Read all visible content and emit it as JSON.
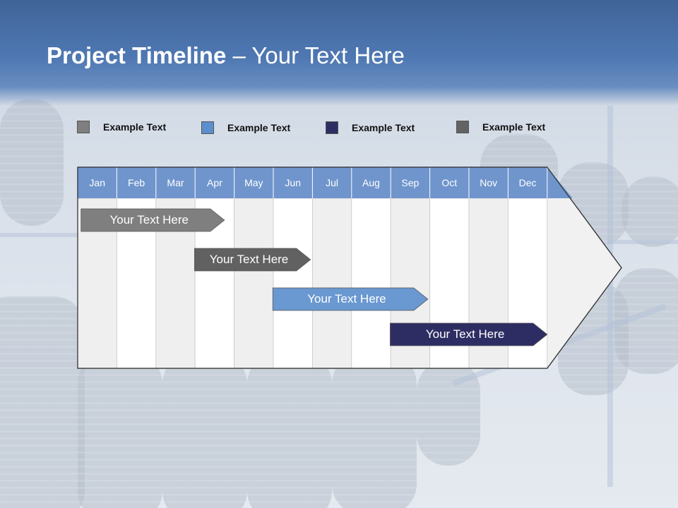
{
  "slide": {
    "title_bold": "Project Timeline",
    "title_rest": " – Your Text Here"
  },
  "legend": [
    {
      "label": "Example Text",
      "color": "#7f7f7f"
    },
    {
      "label": "Example Text",
      "color": "#5b8fce"
    },
    {
      "label": "Example Text",
      "color": "#2e2d63"
    },
    {
      "label": "Example Text",
      "color": "#636363"
    }
  ],
  "timeline": {
    "months": [
      "Jan",
      "Feb",
      "Mar",
      "Apr",
      "May",
      "Jun",
      "Jul",
      "Aug",
      "Sep",
      "Oct",
      "Nov",
      "Dec"
    ],
    "header_color": "#6f95cc",
    "tasks": [
      {
        "label": "Your  Text Here",
        "start_month": 0.05,
        "end_month": 3.75,
        "color": "#7f7f7f"
      },
      {
        "label": "Your  Text Here",
        "start_month": 2.95,
        "end_month": 5.95,
        "color": "#616161"
      },
      {
        "label": "Your  Text Here",
        "start_month": 4.95,
        "end_month": 8.95,
        "color": "#6a98d0"
      },
      {
        "label": "Your  Text Here",
        "start_month": 7.95,
        "end_month": 12.0,
        "color": "#2e2d63"
      }
    ]
  }
}
